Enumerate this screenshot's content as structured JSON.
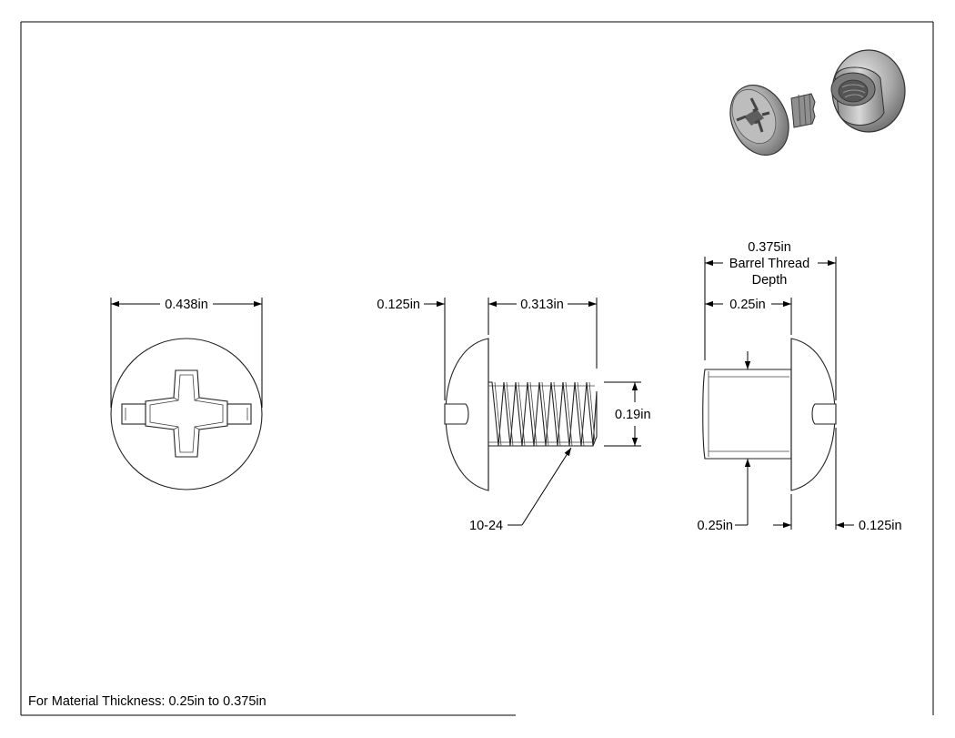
{
  "colors": {
    "line": "#000000",
    "paper": "#ffffff",
    "shade_dark": "#7a7a7a",
    "shade_light": "#d0d0d0"
  },
  "views": {
    "top": {
      "head_diameter": "0.438in"
    },
    "screw_side": {
      "head_thickness": "0.125in",
      "thread_length": "0.313in",
      "thread_diameter": "0.19in",
      "thread_callout": "10-24"
    },
    "barrel_side": {
      "barrel_thread_depth": "0.375in",
      "barrel_thread_depth_line1": "Barrel Thread",
      "barrel_thread_depth_line2": "Depth",
      "barrel_length": "0.25in",
      "barrel_diameter": "0.25in",
      "head_thickness": "0.125in"
    }
  },
  "iso_view": {
    "icons": [
      "phillips-screw-icon",
      "barrel-nut-icon"
    ]
  },
  "note": "For Material Thickness: 0.25in to 0.375in"
}
